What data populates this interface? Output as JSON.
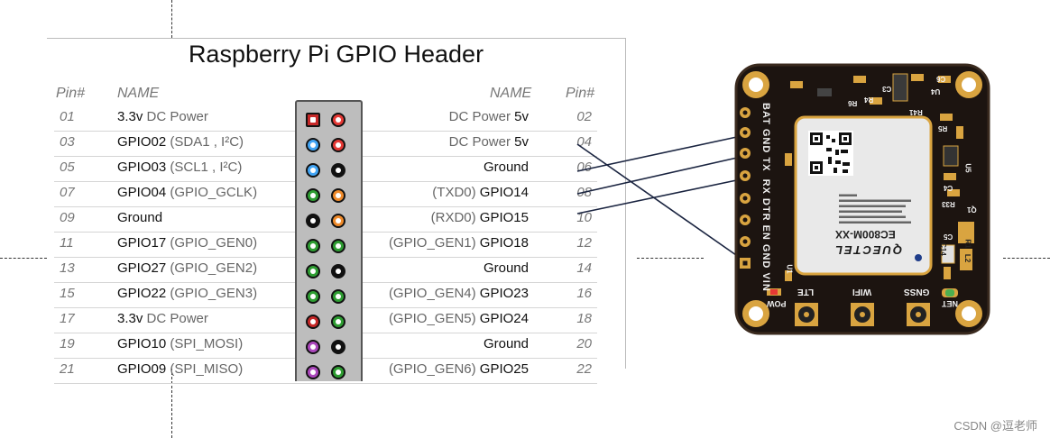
{
  "gpio_table": {
    "title": "Raspberry Pi GPIO Header",
    "headers": {
      "left_pin": "Pin#",
      "left_name": "NAME",
      "right_name": "NAME",
      "right_pin": "Pin#"
    },
    "rows": [
      {
        "lpin": "01",
        "lname": "3.3v",
        "lsub": " DC Power",
        "rsub": "DC Power ",
        "rname": "5v",
        "rpin": "02",
        "lcolor": "#c62828",
        "rcolor": "#e53935",
        "lshape": "square"
      },
      {
        "lpin": "03",
        "lname": "GPIO02",
        "lsub": " (SDA1 , I²C)",
        "rsub": "DC Power ",
        "rname": "5v",
        "rpin": "04",
        "lcolor": "#42a5f5",
        "rcolor": "#e53935",
        "lshape": "circle"
      },
      {
        "lpin": "05",
        "lname": "GPIO03",
        "lsub": " (SCL1 , I²C)",
        "rsub": "",
        "rname": "Ground",
        "rpin": "06",
        "lcolor": "#42a5f5",
        "rcolor": "#111111",
        "lshape": "circle"
      },
      {
        "lpin": "07",
        "lname": "GPIO04",
        "lsub": " (GPIO_GCLK)",
        "rsub": "(TXD0) ",
        "rname": "GPIO14",
        "rpin": "08",
        "lcolor": "#2e9d32",
        "rcolor": "#ef8a2a",
        "lshape": "circle"
      },
      {
        "lpin": "09",
        "lname": "Ground",
        "lsub": "",
        "rsub": "(RXD0) ",
        "rname": "GPIO15",
        "rpin": "10",
        "lcolor": "#111111",
        "rcolor": "#ef8a2a",
        "lshape": "circle"
      },
      {
        "lpin": "11",
        "lname": "GPIO17",
        "lsub": " (GPIO_GEN0)",
        "rsub": "(GPIO_GEN1) ",
        "rname": "GPIO18",
        "rpin": "12",
        "lcolor": "#2e9d32",
        "rcolor": "#2e9d32",
        "lshape": "circle"
      },
      {
        "lpin": "13",
        "lname": "GPIO27",
        "lsub": " (GPIO_GEN2)",
        "rsub": "",
        "rname": "Ground",
        "rpin": "14",
        "lcolor": "#2e9d32",
        "rcolor": "#111111",
        "lshape": "circle"
      },
      {
        "lpin": "15",
        "lname": "GPIO22",
        "lsub": " (GPIO_GEN3)",
        "rsub": "(GPIO_GEN4) ",
        "rname": "GPIO23",
        "rpin": "16",
        "lcolor": "#2e9d32",
        "rcolor": "#2e9d32",
        "lshape": "circle"
      },
      {
        "lpin": "17",
        "lname": "3.3v",
        "lsub": " DC Power",
        "rsub": "(GPIO_GEN5) ",
        "rname": "GPIO24",
        "rpin": "18",
        "lcolor": "#c62828",
        "rcolor": "#2e9d32",
        "lshape": "circle"
      },
      {
        "lpin": "19",
        "lname": "GPIO10",
        "lsub": " (SPI_MOSI)",
        "rsub": "",
        "rname": "Ground",
        "rpin": "20",
        "lcolor": "#ab47bc",
        "rcolor": "#111111",
        "lshape": "circle"
      },
      {
        "lpin": "21",
        "lname": "GPIO09",
        "lsub": " (SPI_MISO)",
        "rsub": "(GPIO_GEN6) ",
        "rname": "GPIO25",
        "rpin": "22",
        "lcolor": "#ab47bc",
        "rcolor": "#2e9d32",
        "lshape": "circle"
      }
    ]
  },
  "module": {
    "pin_labels": [
      "BAT",
      "GND",
      "TX",
      "RX",
      "DTR",
      "EN",
      "GND",
      "VIN"
    ],
    "chip_model": "EC800M-XX",
    "brand": "QUECTEL",
    "antenna_labels": [
      "LTE",
      "WIFI",
      "GNSS"
    ],
    "led_labels": [
      "POW",
      "NET"
    ],
    "component_labels": [
      "C3",
      "C6",
      "U4",
      "R4",
      "R6",
      "R41",
      "R5",
      "U5",
      "C4",
      "R33",
      "Q1",
      "R1",
      "L2",
      "C14",
      "C5",
      "U1"
    ],
    "colors": {
      "pcb": "#1c1410",
      "pcb_edge": "#3a2a1e",
      "gold": "#d9a440",
      "shield": "#e9e9e9"
    }
  },
  "watermark": "CSDN @逗老师"
}
